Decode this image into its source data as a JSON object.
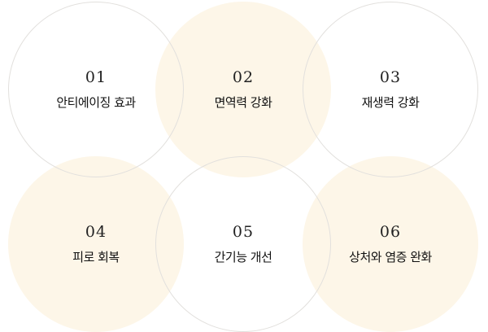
{
  "items": [
    {
      "number": "01",
      "label": "안티에이징 효과"
    },
    {
      "number": "02",
      "label": "면역력 강화"
    },
    {
      "number": "03",
      "label": "재생력 강화"
    },
    {
      "number": "04",
      "label": "피로 회복"
    },
    {
      "number": "05",
      "label": "간기능 개선"
    },
    {
      "number": "06",
      "label": "상처와 염증 완화"
    }
  ],
  "colors": {
    "fill": "#fdf6e8",
    "outline": "#e2e0dd",
    "text": "#111111"
  }
}
